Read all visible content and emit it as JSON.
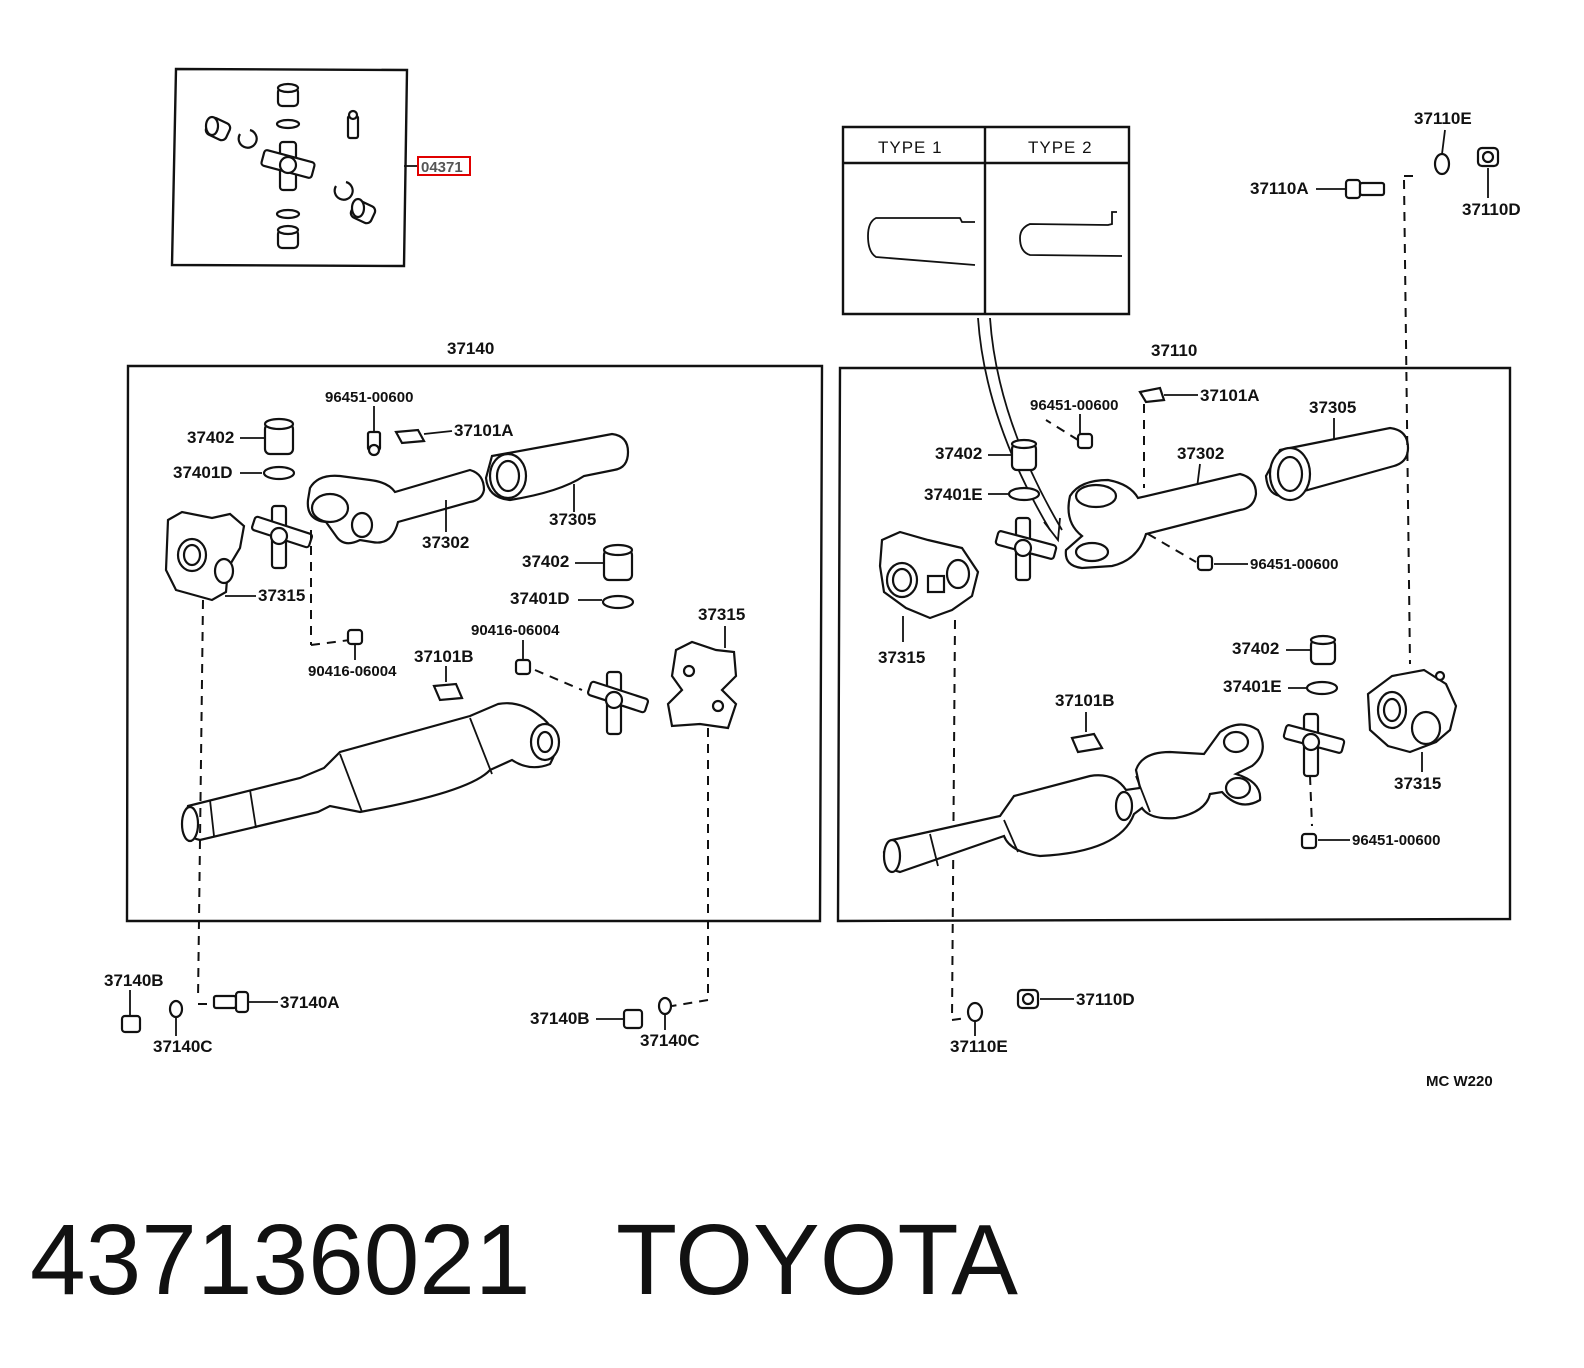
{
  "kit": {
    "part_number": "04371"
  },
  "types": {
    "type1": "TYPE 1",
    "type2": "TYPE 2"
  },
  "left_assembly": {
    "number": "37140",
    "labels": {
      "grease_fitting": "96451-00600",
      "balance_piece_a": "37101A",
      "bearing": "37402",
      "snap_ring": "37401D",
      "yoke_shaft": "37302",
      "dust_cover": "37305",
      "flange_yoke": "37315",
      "bearing_2": "37402",
      "snap_ring_2": "37401D",
      "rear_flange_yoke": "37315",
      "fitting_1": "90416-06004",
      "fitting_2": "90416-06004",
      "balance_piece_b": "37101B"
    },
    "hardware": {
      "nut_b": "37140B",
      "bolt_a": "37140A",
      "washer_c": "37140C",
      "nut_b2": "37140B",
      "washer_c2": "37140C"
    }
  },
  "right_assembly": {
    "number": "37110",
    "labels": {
      "grease_fitting": "96451-00600",
      "balance_piece_a": "37101A",
      "bearing": "37402",
      "snap_ring": "37401E",
      "yoke_shaft": "37302",
      "dust_cover": "37305",
      "grease_fitting_2": "96451-00600",
      "flange_yoke": "37315",
      "bearing_2": "37402",
      "snap_ring_2": "37401E",
      "balance_piece_b": "37101B",
      "rear_flange_yoke": "37315",
      "grease_fitting_3": "96451-00600"
    },
    "hardware": {
      "washer_e_top": "37110E",
      "bolt_a": "37110A",
      "nut_d_top": "37110D",
      "nut_d": "37110D",
      "washer_e": "37110E"
    }
  },
  "footer": {
    "code": "MC  W220",
    "part_number": "437136021",
    "brand": "TOYOTA"
  }
}
